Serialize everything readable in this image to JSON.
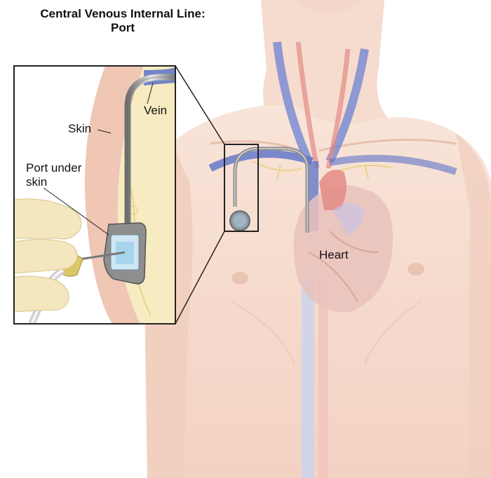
{
  "title": {
    "line1": "Central Venous Internal Line:",
    "line2": "Port"
  },
  "labels": {
    "vein": "Vein",
    "skin": "Skin",
    "port_line1": "Port under",
    "port_line2": "skin",
    "heart": "Heart"
  },
  "colors": {
    "skin": "#f6dccf",
    "skin_shadow": "#e8bfae",
    "vein": "#5b73c9",
    "artery": "#e48a84",
    "heart": "#e6b8b2",
    "fat": "#f3e3a6",
    "catheter": "#9a9a9a",
    "inset_border": "#222222"
  }
}
